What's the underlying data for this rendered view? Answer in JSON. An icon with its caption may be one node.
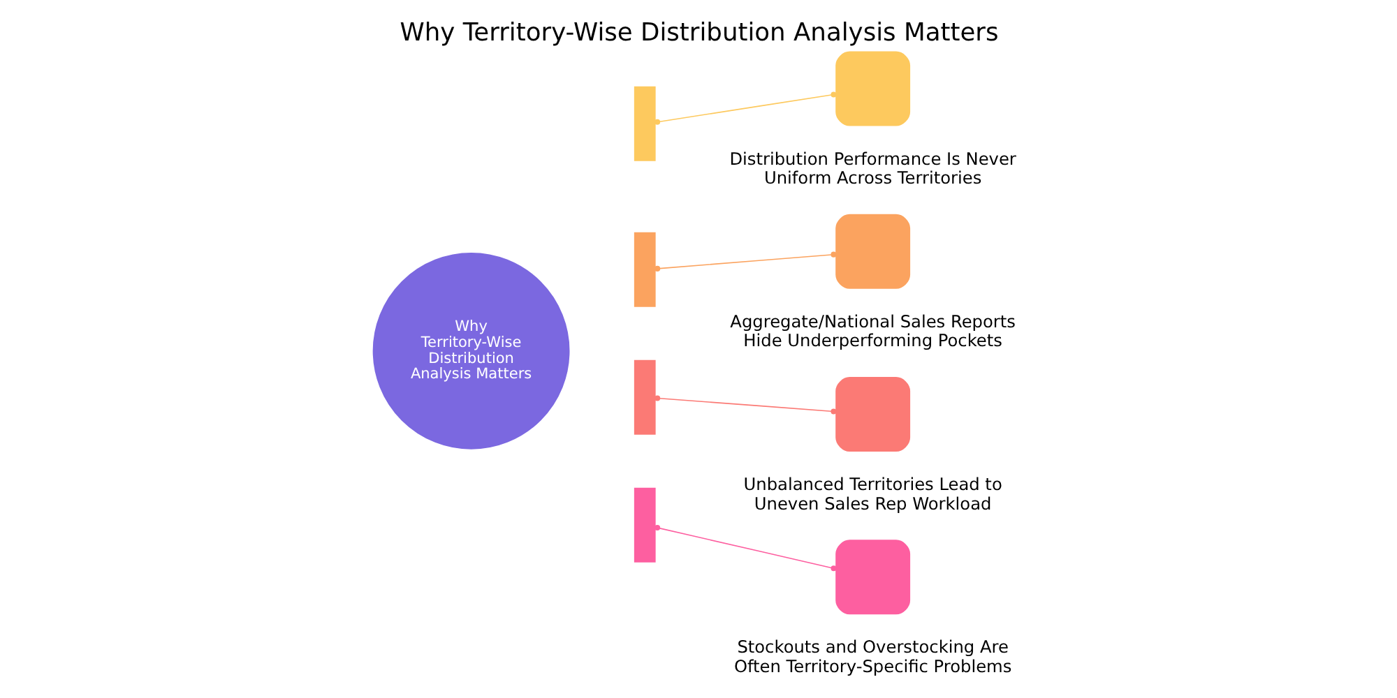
{
  "diagram": {
    "title": "Why Territory-Wise Distribution Analysis Matters",
    "nodes": [
      {
        "text": [
          "Why Territory-Wise Distribution Analysis Matters"
        ]
      },
      {
        "text": [],
        "shape": "bar"
      },
      {
        "text": [],
        "shape": "bar"
      },
      {
        "text": [],
        "shape": "bar"
      },
      {
        "text": [],
        "shape": "bar"
      },
      {
        "text": [],
        "shape": "box",
        "beside": [
          "Distribution Performance Is Never Uniform Across Territories"
        ]
      },
      {
        "text": [],
        "shape": "box",
        "beside": [
          "Aggregate/National Sales Reports Hide Underperforming Pockets"
        ]
      },
      {
        "text": [],
        "shape": "box",
        "beside": [
          "Unbalanced Territories Lead to Uneven Sales Rep Workload"
        ]
      },
      {
        "text": [],
        "shape": "box",
        "beside": [
          "Stockouts and Overstocking Are Often Territory-Specific Problems"
        ]
      }
    ],
    "edges": [
      {
        "from": 1,
        "to": 5,
        "arrow": "other",
        "color": "#fdc95e"
      },
      {
        "from": 2,
        "to": 6,
        "arrow": "other",
        "color": "#fba35f"
      },
      {
        "from": 3,
        "to": 7,
        "arrow": "other",
        "color": "#fb7a75"
      },
      {
        "from": 4,
        "to": 8,
        "arrow": "other",
        "color": "#fd5fa0"
      }
    ]
  }
}
